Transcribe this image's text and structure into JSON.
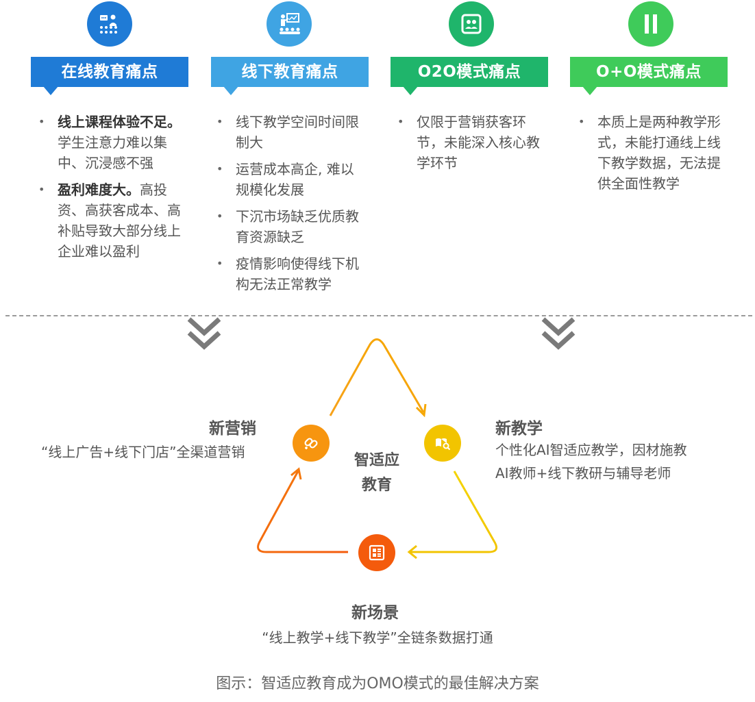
{
  "columns": [
    {
      "title": "在线教育痛点",
      "color": "#1f7bd6",
      "icon": "classroom-presentation-icon",
      "bullets": [
        {
          "bold": "线上课程体验不足。",
          "rest": "学生注意力难以集中、沉浸感不强"
        },
        {
          "bold": "盈利难度大。",
          "rest": "高投资、高获客成本、高补贴导致大部分线上企业难以盈利"
        }
      ]
    },
    {
      "title": "线下教育痛点",
      "color": "#3fa4e3",
      "icon": "teacher-whiteboard-icon",
      "bullets": [
        {
          "bold": "",
          "rest": "线下教学空间时间限制大"
        },
        {
          "bold": "",
          "rest": "运营成本高企, 难以规模化发展"
        },
        {
          "bold": "",
          "rest": "下沉市场缺乏优质教育资源缺乏"
        },
        {
          "bold": "",
          "rest": "疫情影响使得线下机构无法正常教学"
        }
      ]
    },
    {
      "title": "O2O模式痛点",
      "color": "#1fb56b",
      "icon": "contacts-card-icon",
      "bullets": [
        {
          "bold": "",
          "rest": "仅限于营销获客环节，未能深入核心教学环节"
        }
      ]
    },
    {
      "title": "O+O模式痛点",
      "color": "#3fcb5a",
      "icon": "pause-bars-icon",
      "bullets": [
        {
          "bold": "",
          "rest": "本质上是两种教学形式，未能打通线上线下教学数据，无法提供全面性教学"
        }
      ]
    }
  ],
  "cycle": {
    "center": [
      "智适应",
      "教育"
    ],
    "marketing": {
      "title": "新营销",
      "desc": "“线上广告+线下门店”全渠道营销",
      "icon": "link-icon",
      "color": "#f7950f"
    },
    "teaching": {
      "title": "新教学",
      "desc": [
        "个性化AI智适应教学，因材施教",
        "AI教师+线下教研与辅导老师"
      ],
      "icon": "book-search-icon",
      "color": "#f2c400"
    },
    "scene": {
      "title": "新场景",
      "desc": "“线上教学+线下教学”全链条数据打通",
      "icon": "dashboard-icon",
      "color": "#f45b0c"
    }
  },
  "caption": "图示：智适应教育成为OMO模式的最佳解决方案"
}
